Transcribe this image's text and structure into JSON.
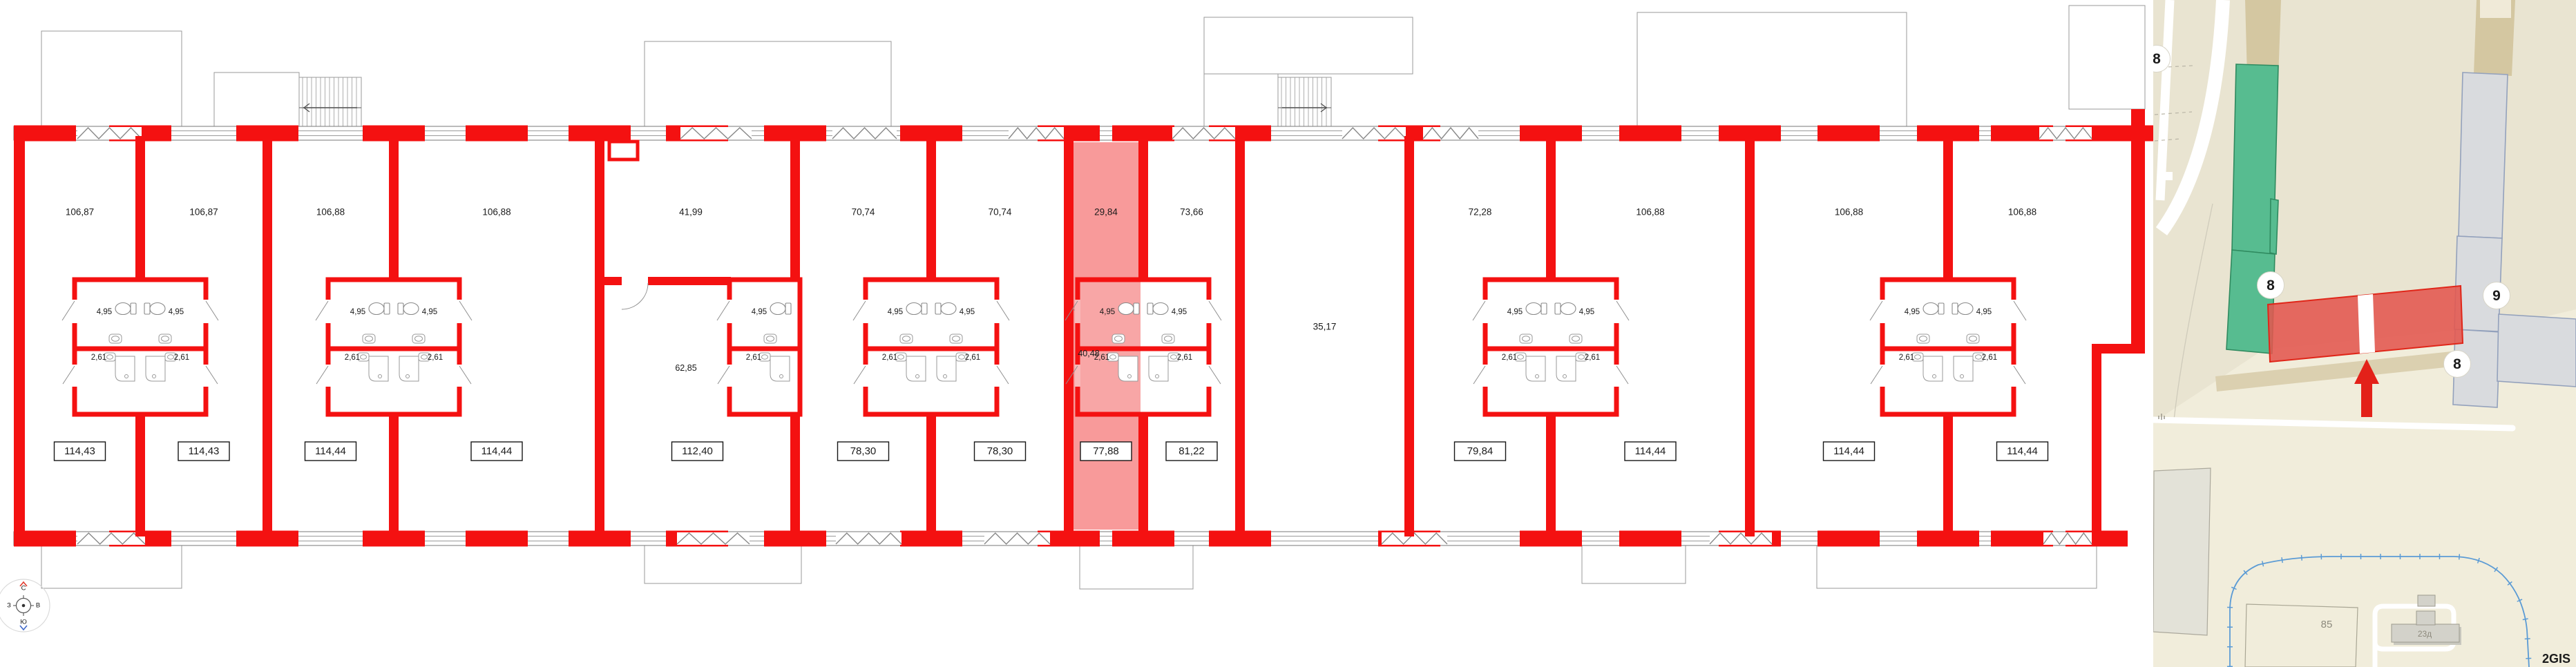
{
  "plan": {
    "wall_color": "#f41111",
    "highlight_color": "#f35c5c",
    "units": [
      {
        "id": "unit-1",
        "room_area": "106,87",
        "total_area": "114,43"
      },
      {
        "id": "unit-2",
        "room_area": "106,87",
        "total_area": "114,43"
      },
      {
        "id": "unit-3",
        "room_area": "106,88",
        "total_area": "114,44"
      },
      {
        "id": "unit-4",
        "room_area": "106,88",
        "total_area": "114,44"
      },
      {
        "id": "unit-5",
        "room_area": "41,99",
        "lower_room_area": "62,85",
        "total_area": "112,40"
      },
      {
        "id": "unit-6",
        "room_area": "70,74",
        "total_area": "78,30"
      },
      {
        "id": "unit-7",
        "room_area": "70,74",
        "total_area": "78,30"
      },
      {
        "id": "unit-8",
        "room_area": "29,84",
        "lower_room_area": "40,48",
        "total_area": "77,88",
        "selected": true
      },
      {
        "id": "unit-9",
        "room_area": "73,66",
        "total_area": "81,22"
      },
      {
        "id": "corridor",
        "room_area": "35,17"
      },
      {
        "id": "unit-10",
        "room_area": "72,28",
        "total_area": "79,84"
      },
      {
        "id": "unit-11",
        "room_area": "106,88",
        "total_area": "114,44"
      },
      {
        "id": "unit-12",
        "room_area": "106,88",
        "total_area": "114,44"
      },
      {
        "id": "unit-13",
        "room_area": "106,88",
        "total_area": "114,44"
      }
    ],
    "bathroom": {
      "wc_area": "4,95",
      "shower_area": "2,61"
    }
  },
  "compass": {
    "north": "С",
    "east": "В",
    "south": "Ю",
    "west": "З"
  },
  "map": {
    "watermark": "2GIS",
    "markers": [
      {
        "label": "8"
      },
      {
        "label": "9"
      },
      {
        "label": "8"
      },
      {
        "label": "8"
      }
    ],
    "buildings": [
      {
        "label": "85"
      },
      {
        "label": "23д"
      }
    ],
    "colors": {
      "background": "#f1eddb",
      "background_upper": "#e9e4d1",
      "green_building": "#57bc90",
      "gray_building": "#d9dbde",
      "target_building": "#e3574e",
      "target_outline": "#e02619",
      "tan": "#d4c7a1",
      "route_blue": "#5b9bd5"
    }
  }
}
